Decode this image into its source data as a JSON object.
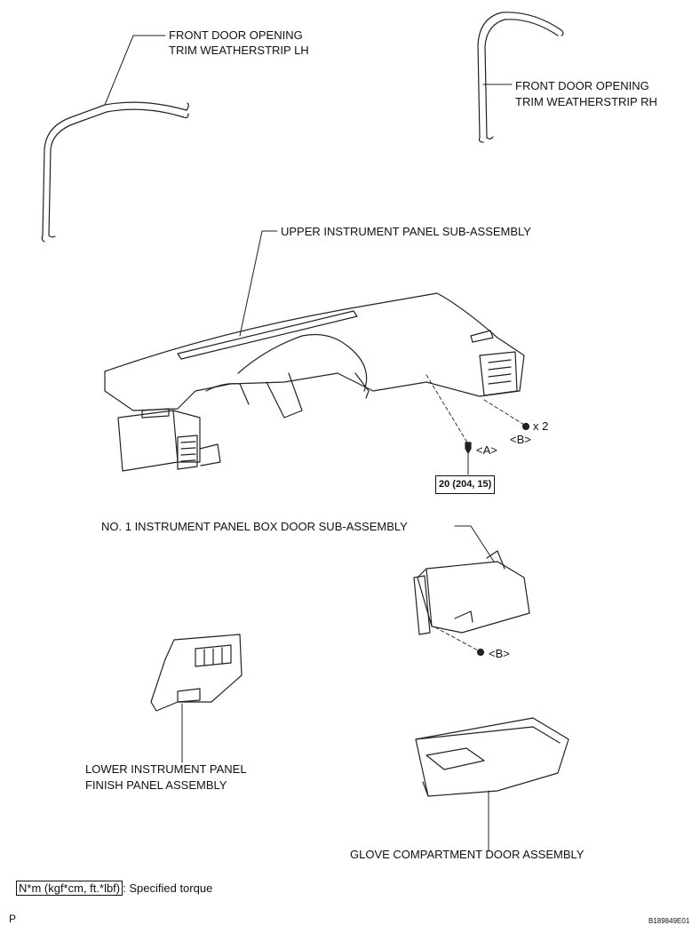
{
  "labels": {
    "front_door_lh_line1": "FRONT DOOR OPENING",
    "front_door_lh_line2": "TRIM WEATHERSTRIP LH",
    "front_door_rh_line1": "FRONT DOOR OPENING",
    "front_door_rh_line2": "TRIM WEATHERSTRIP RH",
    "upper_panel": "UPPER INSTRUMENT PANEL SUB-ASSEMBLY",
    "screw_count": "x 2",
    "point_b_upper": "<B>",
    "point_a": "<A>",
    "torque_value": "20 (204, 15)",
    "box_door": "NO. 1 INSTRUMENT PANEL BOX DOOR SUB-ASSEMBLY",
    "point_b_lower": "<B>",
    "lower_finish_line1": "LOWER INSTRUMENT PANEL",
    "lower_finish_line2": "FINISH PANEL ASSEMBLY",
    "glove_door": "GLOVE COMPARTMENT DOOR ASSEMBLY"
  },
  "legend": {
    "torque_units": "N*m (kgf*cm, ft.*lbf)",
    "torque_desc": ": Specified torque"
  },
  "footer": {
    "code_left": "P",
    "figure_id": "B189849E01"
  }
}
